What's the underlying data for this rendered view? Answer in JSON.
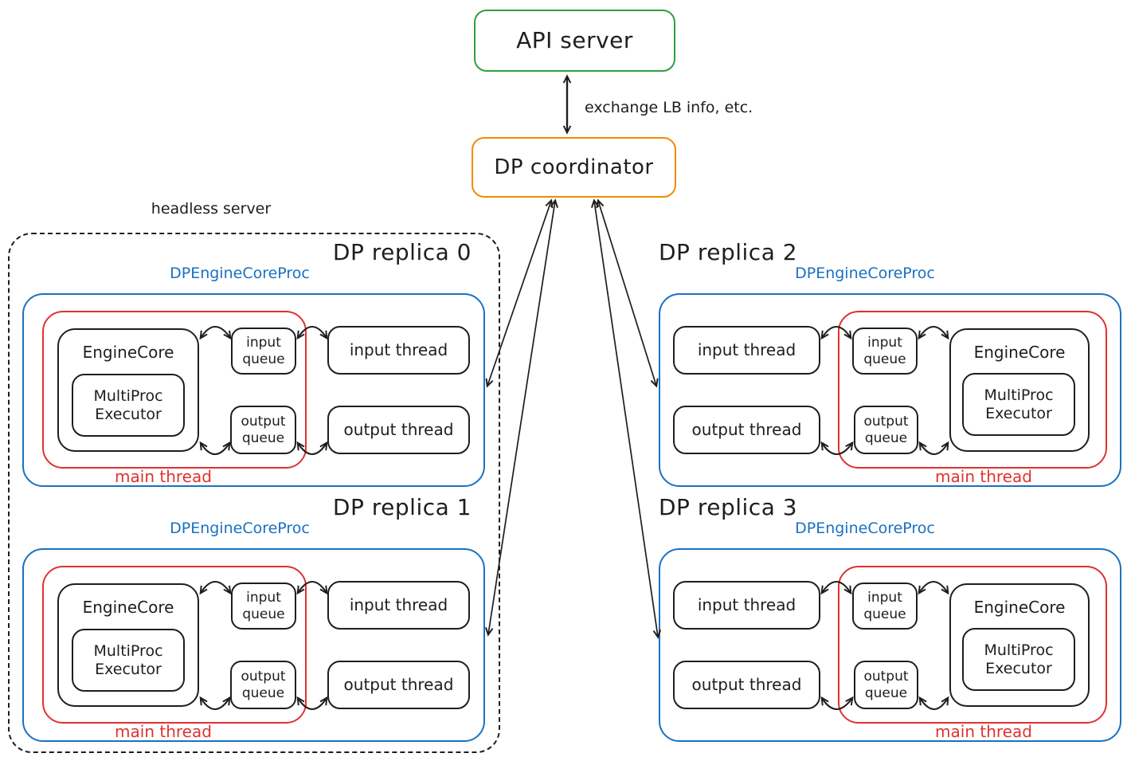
{
  "top": {
    "api_server": "API server",
    "dp_coordinator": "DP coordinator",
    "exchange_label": "exchange LB info, etc.",
    "headless_label": "headless server"
  },
  "replicas": [
    {
      "title": "DP replica 0",
      "proc": "DPEngineCoreProc",
      "engine_core": "EngineCore",
      "executor": "MultiProc Executor",
      "input_queue": "input queue",
      "output_queue": "output queue",
      "input_thread": "input thread",
      "output_thread": "output thread",
      "main_thread": "main thread"
    },
    {
      "title": "DP replica 1",
      "proc": "DPEngineCoreProc",
      "engine_core": "EngineCore",
      "executor": "MultiProc Executor",
      "input_queue": "input queue",
      "output_queue": "output queue",
      "input_thread": "input thread",
      "output_thread": "output thread",
      "main_thread": "main thread"
    },
    {
      "title": "DP replica 2",
      "proc": "DPEngineCoreProc",
      "engine_core": "EngineCore",
      "executor": "MultiProc Executor",
      "input_queue": "input queue",
      "output_queue": "output queue",
      "input_thread": "input thread",
      "output_thread": "output thread",
      "main_thread": "main thread"
    },
    {
      "title": "DP replica 3",
      "proc": "DPEngineCoreProc",
      "engine_core": "EngineCore",
      "executor": "MultiProc Executor",
      "input_queue": "input queue",
      "output_queue": "output queue",
      "input_thread": "input thread",
      "output_thread": "output thread",
      "main_thread": "main thread"
    }
  ],
  "colors": {
    "green": "#2f9e44",
    "orange": "#f08c00",
    "blue": "#1971c2",
    "red": "#e03131",
    "ink": "#1e1e1e"
  }
}
